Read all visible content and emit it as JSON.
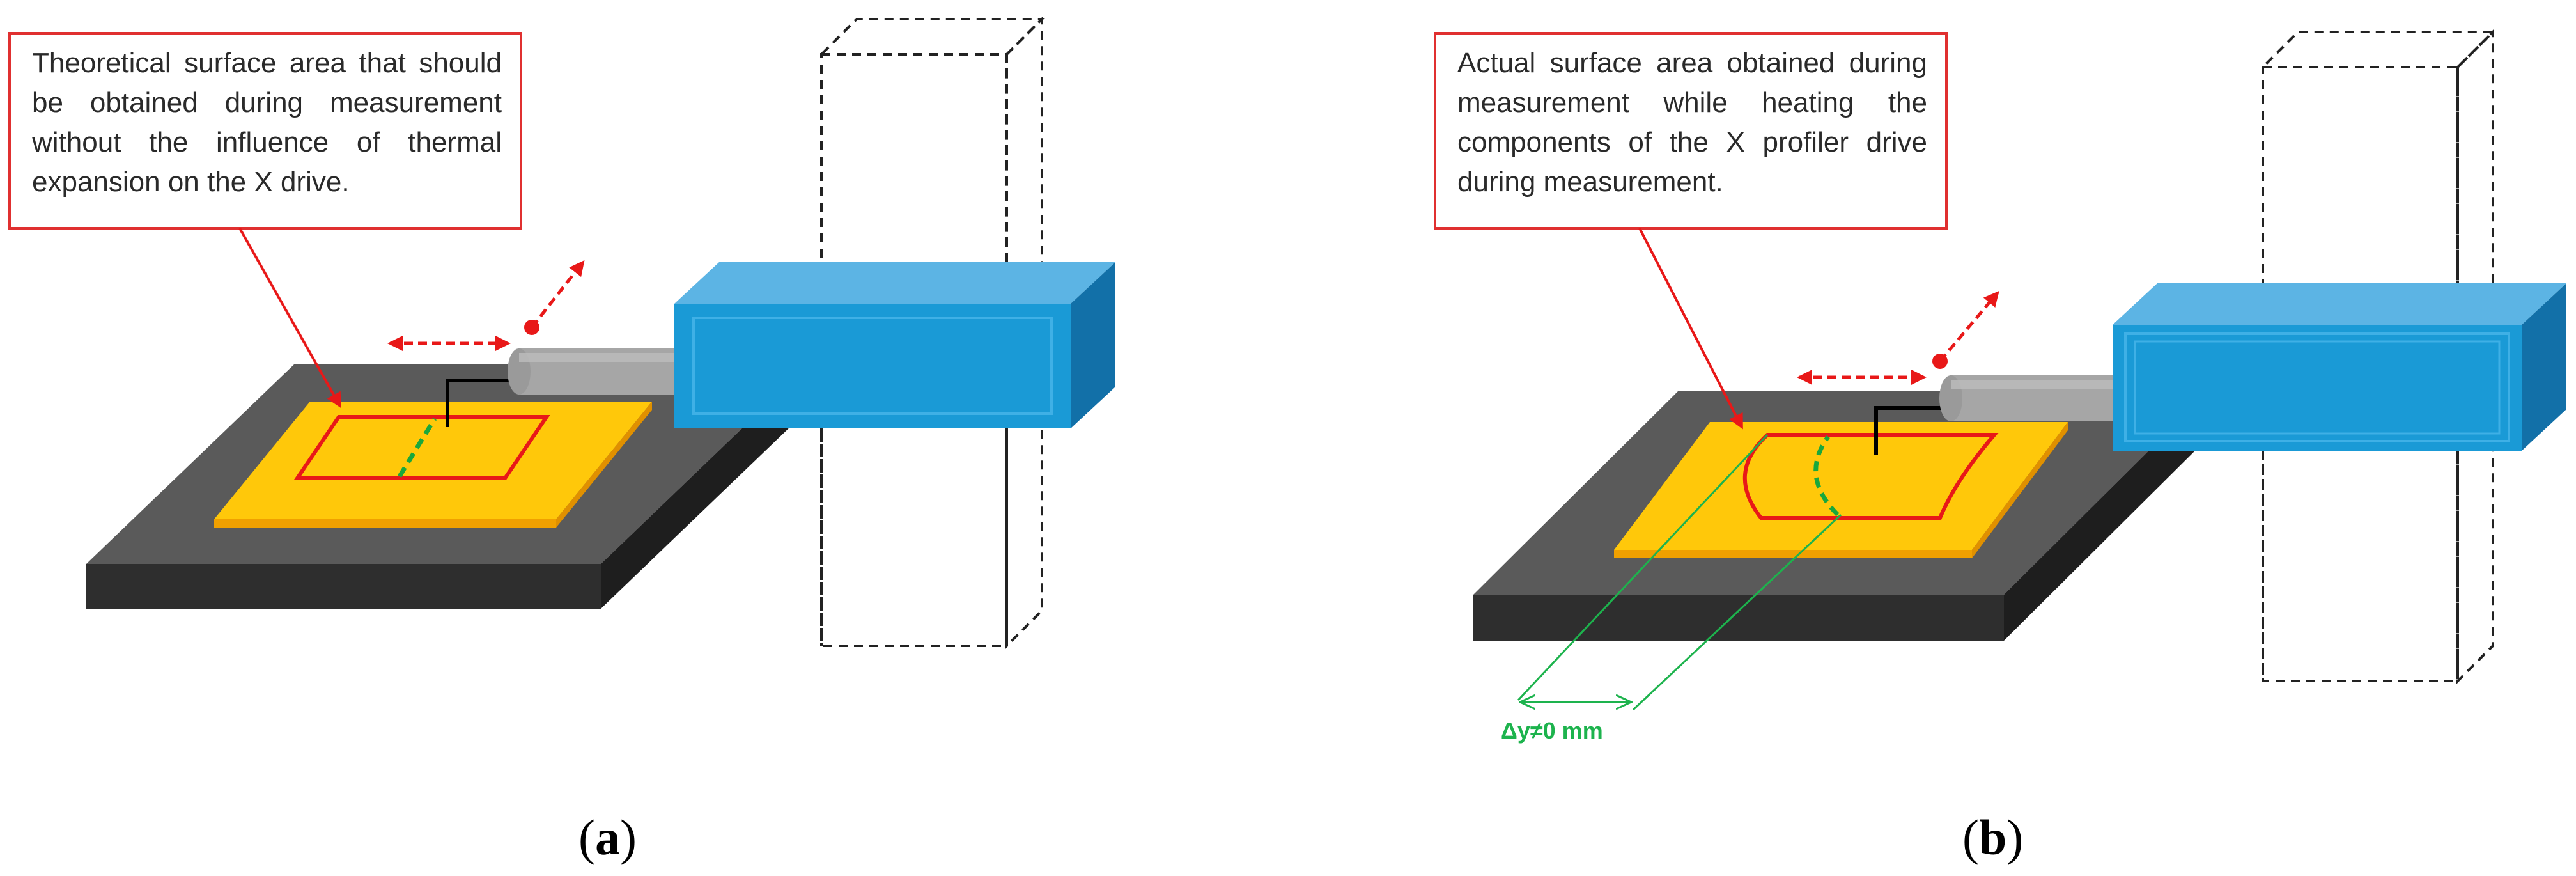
{
  "panels": [
    {
      "id": "a",
      "label_open": "(",
      "label_letter": "a",
      "label_close": ")",
      "callout": "Theoretical surface area that should be obtained during measurement without the influence of thermal expansion on the X drive."
    },
    {
      "id": "b",
      "label_open": "(",
      "label_letter": "b",
      "label_close": ")",
      "callout": "Actual surface area obtained during measurement while heating the components of the X profiler drive during measurement.",
      "dimension_label": "Δy≠0 mm"
    }
  ],
  "colors": {
    "callout_border": "#e03030",
    "base_top": "#5a5a5a",
    "base_front": "#2e2e2e",
    "specimen": "#ffc80a",
    "specimen_edge": "#f0a000",
    "drive_front": "#1a9ad6",
    "drive_top": "#5cb4e4",
    "drive_side": "#1270a8",
    "probe": "#a6a6a6",
    "measure_area": "#e81818",
    "scan_line": "#1aa83c",
    "dimension": "#1db34d",
    "arrow": "#e81818"
  }
}
